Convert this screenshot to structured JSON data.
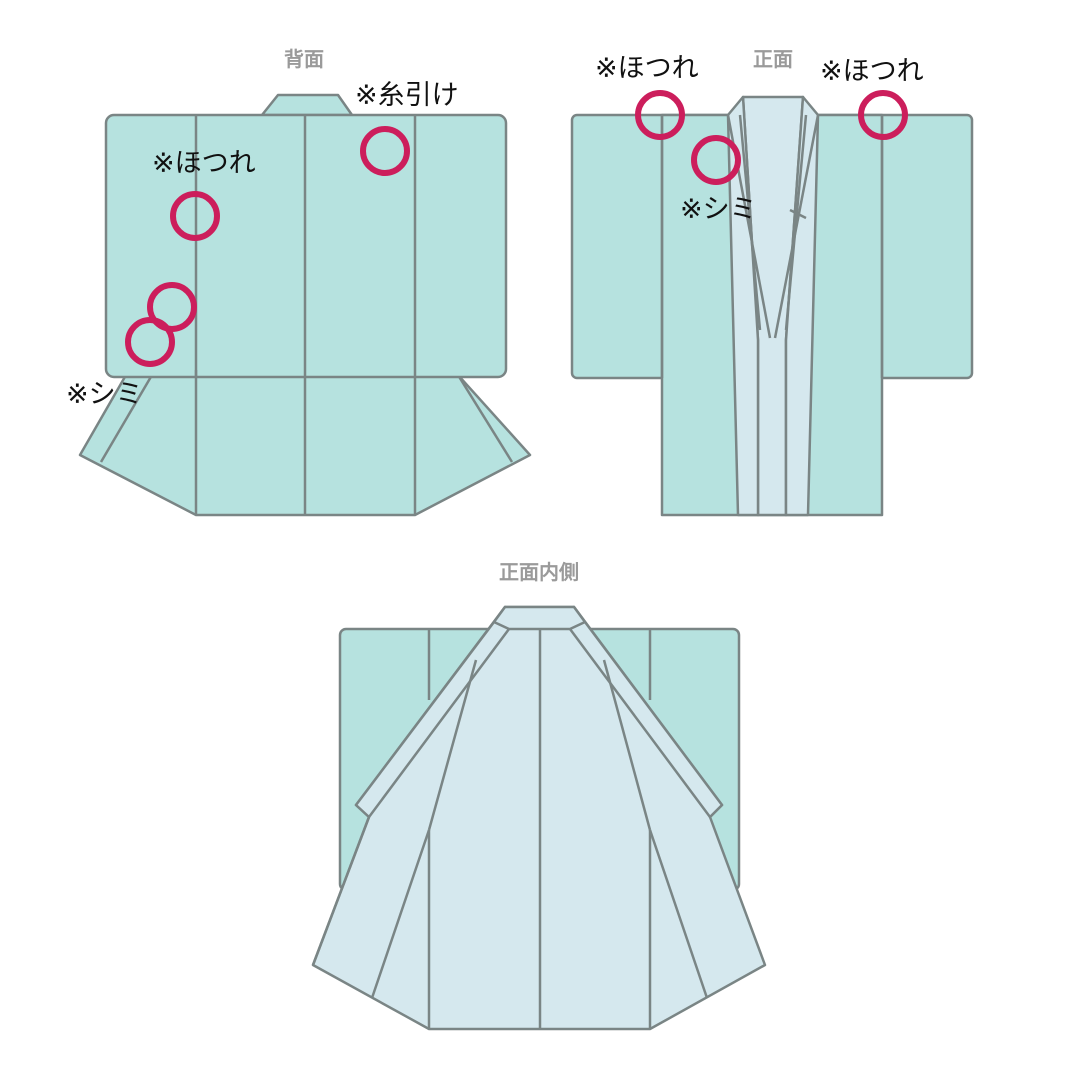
{
  "colors": {
    "kimono_outer": "#b6e2df",
    "kimono_lining": "#d5e8ee",
    "outline": "#7a8585",
    "marker": "#cc1e5c",
    "title_gray": "#9a9a9a"
  },
  "views": {
    "back": {
      "title": "背面",
      "notes": {
        "itohiki": "※糸引け",
        "hotsure": "※ほつれ",
        "shimi": "※シミ"
      }
    },
    "front": {
      "title": "正面",
      "notes": {
        "hotsure_left": "※ほつれ",
        "hotsure_right": "※ほつれ",
        "shimi": "※シミ"
      }
    },
    "inside": {
      "title": "正面内側"
    }
  }
}
